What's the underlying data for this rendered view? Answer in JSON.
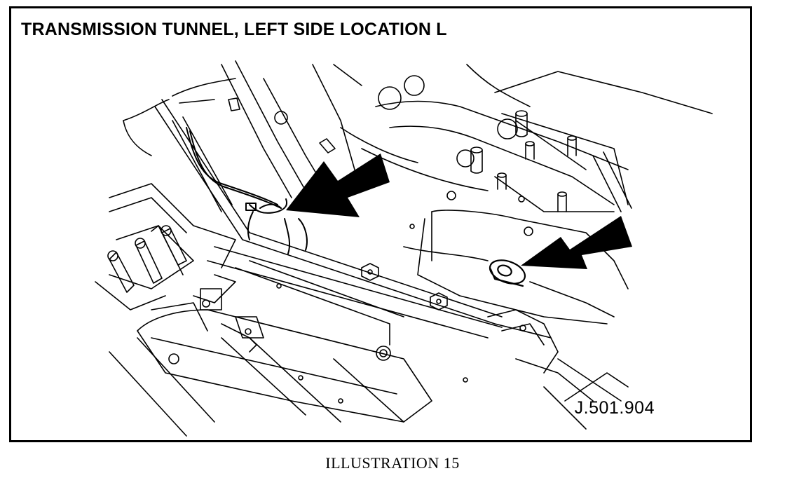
{
  "figure": {
    "title": "TRANSMISSION TUNNEL, LEFT SIDE LOCATION L",
    "reference_code": "J.501.904",
    "caption": "ILLUSTRATION 15",
    "colors": {
      "line": "#000000",
      "background": "#ffffff"
    },
    "arrows": [
      {
        "name": "upper-left-arrow",
        "points_to": "harness-connector"
      },
      {
        "name": "right-arrow",
        "points_to": "grommet-oval-fitting"
      }
    ]
  }
}
